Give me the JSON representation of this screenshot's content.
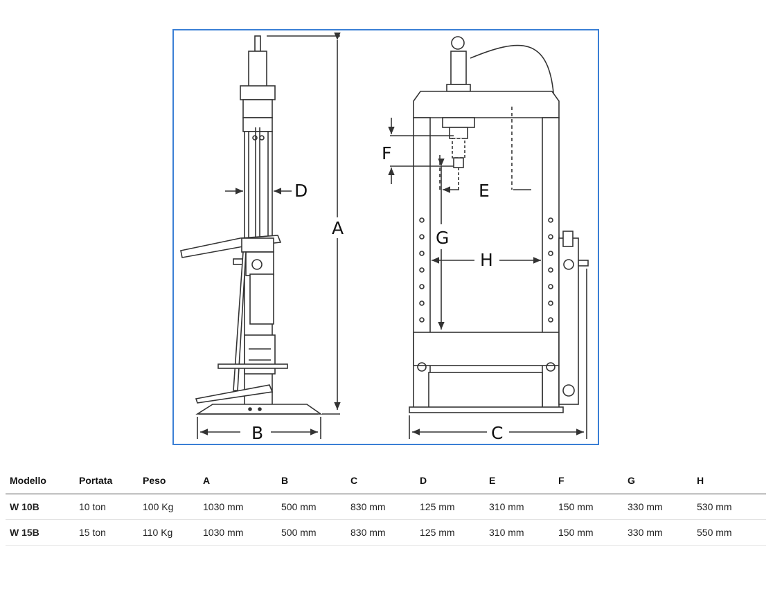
{
  "diagram": {
    "labels": {
      "A": "A",
      "B": "B",
      "C": "C",
      "D": "D",
      "E": "E",
      "F": "F",
      "G": "G",
      "H": "H"
    },
    "frame_color": "#3a7fd5"
  },
  "table": {
    "headers": [
      "Modello",
      "Portata",
      "Peso",
      "A",
      "B",
      "C",
      "D",
      "E",
      "F",
      "G",
      "H"
    ],
    "rows": [
      [
        "W 10B",
        "10 ton",
        "100 Kg",
        "1030 mm",
        "500 mm",
        "830 mm",
        "125 mm",
        "310 mm",
        "150 mm",
        "330 mm",
        "530 mm"
      ],
      [
        "W 15B",
        "15 ton",
        "110 Kg",
        "1030 mm",
        "500 mm",
        "830 mm",
        "125 mm",
        "310 mm",
        "150 mm",
        "330 mm",
        "550 mm"
      ]
    ]
  }
}
